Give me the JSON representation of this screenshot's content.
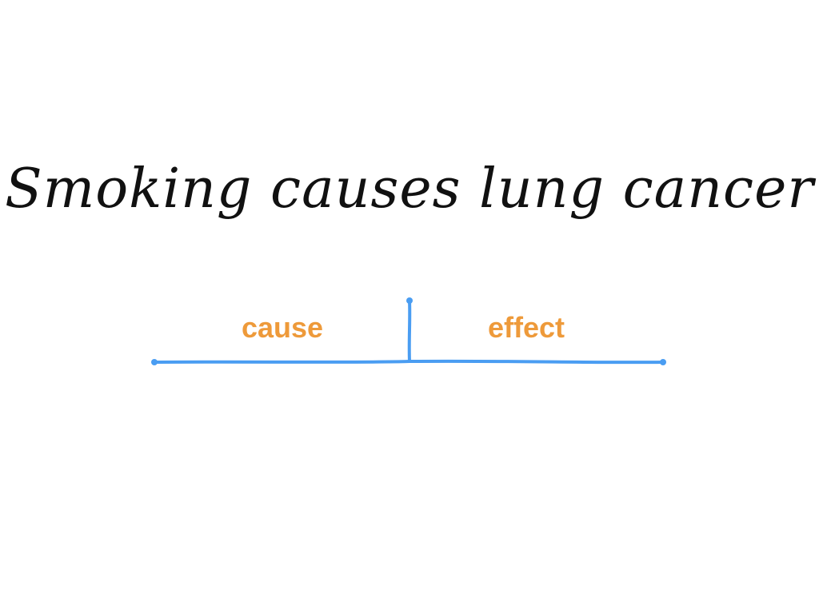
{
  "slide": {
    "title": "Smoking causes lung cancer",
    "labels": {
      "cause": "cause",
      "effect": "effect"
    },
    "colors": {
      "title": "#111111",
      "label": "#ee9a3a",
      "line": "#4a9df2",
      "background": "#ffffff"
    }
  }
}
